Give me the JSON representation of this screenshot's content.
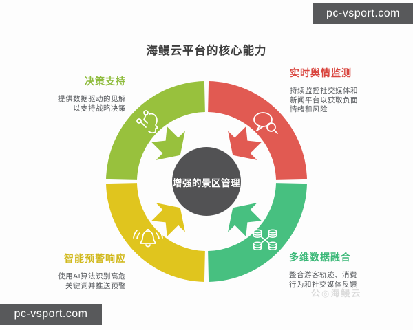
{
  "title": "海鳗云平台的核心能力",
  "center": {
    "label": "增强的景区管理"
  },
  "quadrants": [
    {
      "id": "decision-support",
      "heading": "决策支持",
      "desc_lines": [
        "提供数据驱动的见解",
        "以支持战略决策"
      ],
      "color": "#98c13d",
      "heading_color": "#8fbc3e",
      "icon": "brain-head-icon"
    },
    {
      "id": "sentiment-monitoring",
      "heading": "实时舆情监测",
      "desc_lines": [
        "持续监控社交媒体和",
        "新闻平台以获取负面",
        "情绪和风险"
      ],
      "color": "#e15a52",
      "heading_color": "#d9453e",
      "icon": "chat-search-icon"
    },
    {
      "id": "smart-alert",
      "heading": "智能预警响应",
      "desc_lines": [
        "使用AI算法识别高危",
        "关键词并推送预警"
      ],
      "color": "#e0c51e",
      "heading_color": "#d1b91d",
      "icon": "alert-bell-icon"
    },
    {
      "id": "data-fusion",
      "heading": "多维数据融合",
      "desc_lines": [
        "整合游客轨迹、消费",
        "行为和社交媒体反馈"
      ],
      "color": "#47c080",
      "heading_color": "#3bb878",
      "icon": "database-fusion-icon"
    }
  ],
  "colors": {
    "center_circle": "#525254",
    "watermark_bg": "#58595b"
  },
  "watermark_top": "pc-vsport.com",
  "watermark_bottom": "pc-vsport.com",
  "brand_watermark": "公◎海鳗云"
}
